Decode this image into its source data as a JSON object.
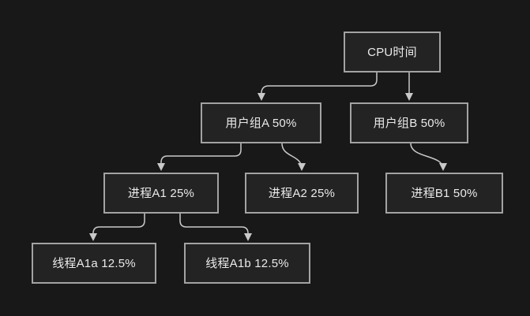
{
  "diagram": {
    "type": "tree",
    "description_root": "CPU时间",
    "nodes": [
      {
        "id": "cpu",
        "label": "CPU时间"
      },
      {
        "id": "group-a",
        "label": "用户组A 50%"
      },
      {
        "id": "group-b",
        "label": "用户组B 50%"
      },
      {
        "id": "proc-a1",
        "label": "进程A1 25%"
      },
      {
        "id": "proc-a2",
        "label": "进程A2 25%"
      },
      {
        "id": "proc-b1",
        "label": "进程B1 50%"
      },
      {
        "id": "thread-a1a",
        "label": "线程A1a 12.5%"
      },
      {
        "id": "thread-a1b",
        "label": "线程A1b 12.5%"
      }
    ],
    "edges": [
      {
        "from": "cpu",
        "to": "group-a"
      },
      {
        "from": "cpu",
        "to": "group-b"
      },
      {
        "from": "group-a",
        "to": "proc-a1"
      },
      {
        "from": "group-a",
        "to": "proc-a2"
      },
      {
        "from": "group-b",
        "to": "proc-b1"
      },
      {
        "from": "proc-a1",
        "to": "thread-a1a"
      },
      {
        "from": "proc-a1",
        "to": "thread-a1b"
      }
    ]
  },
  "colors": {
    "bg": "#181818",
    "node-fill": "#232323",
    "node-border": "#a3a3a3",
    "edge": "#c9c9c9",
    "text": "#eaeaea"
  }
}
